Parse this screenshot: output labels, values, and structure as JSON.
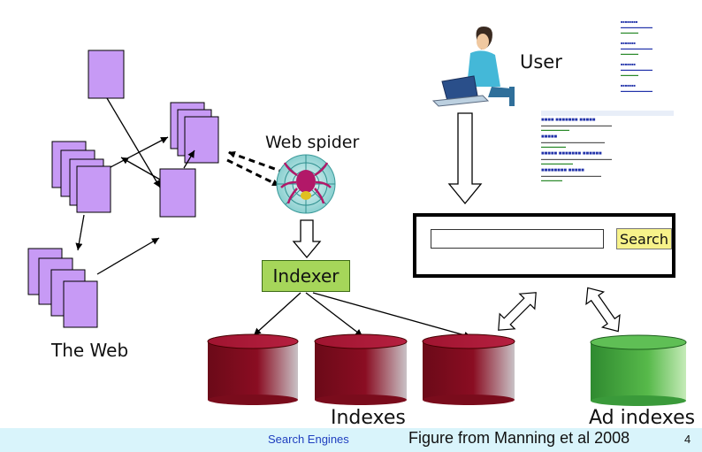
{
  "labels": {
    "user": "User",
    "web_spider": "Web spider",
    "the_web": "The Web",
    "indexer": "Indexer",
    "indexes": "Indexes",
    "ad_indexes": "Ad indexes"
  },
  "search": {
    "input_value": "",
    "button_label": "Search"
  },
  "footer": {
    "left": "Search Engines",
    "middle": "Figure from Manning et al 2008",
    "page_number": "4"
  },
  "colors": {
    "page_doc": "#c79af5",
    "indexer_fill": "#a6d65a",
    "index_cylinder": "#8a0d22",
    "ad_cylinder": "#57b94a",
    "search_button": "#f7f28a",
    "footer_band": "#d9f4fb",
    "footer_link": "#1f3fbf"
  },
  "icons": {
    "user": "person-at-laptop-icon",
    "spider": "spider-web-icon"
  }
}
